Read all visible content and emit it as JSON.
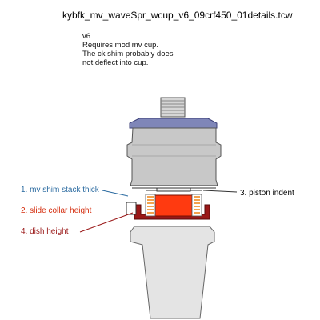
{
  "title": "kybfk_mv_waveSpr_wcup_v6_09crf450_01details.tcw",
  "note": "v6\nRequires mod mv cup.\nThe ck shim probably does\nnot deflect into cup.",
  "labels": {
    "mv_shim_stack": "1. mv shim stack thick",
    "slide_collar": "2. slide collar height",
    "piston_indent": "3. piston indent",
    "dish_height": "4. dish height"
  },
  "colors": {
    "label1": "#2a6aa0",
    "label2": "#d42a0a",
    "label4": "#9a1818",
    "body_gray": "#c8c8c8",
    "plate_blue": "#7f86b8",
    "red_piece": "#ff3a10",
    "cup_dark_red": "#9a1818",
    "spring_orange": "#f08a20"
  }
}
